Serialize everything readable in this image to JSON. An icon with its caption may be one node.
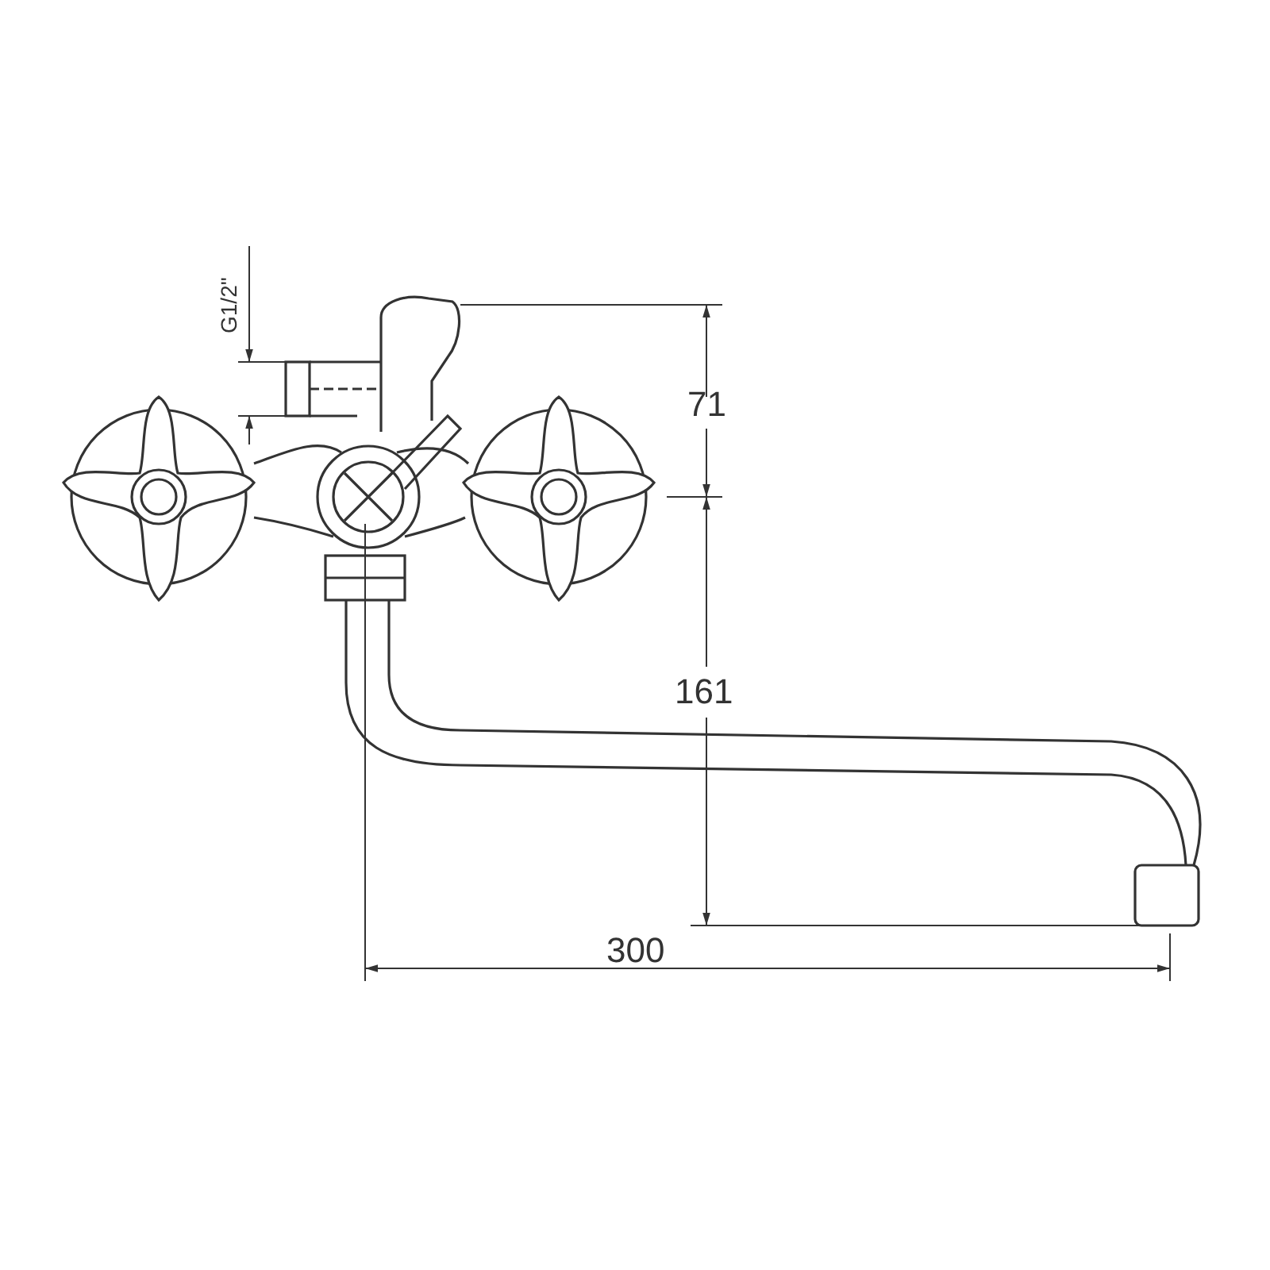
{
  "diagram": {
    "labels": [
      "G1/2\"",
      "71",
      "161",
      "300"
    ]
  }
}
